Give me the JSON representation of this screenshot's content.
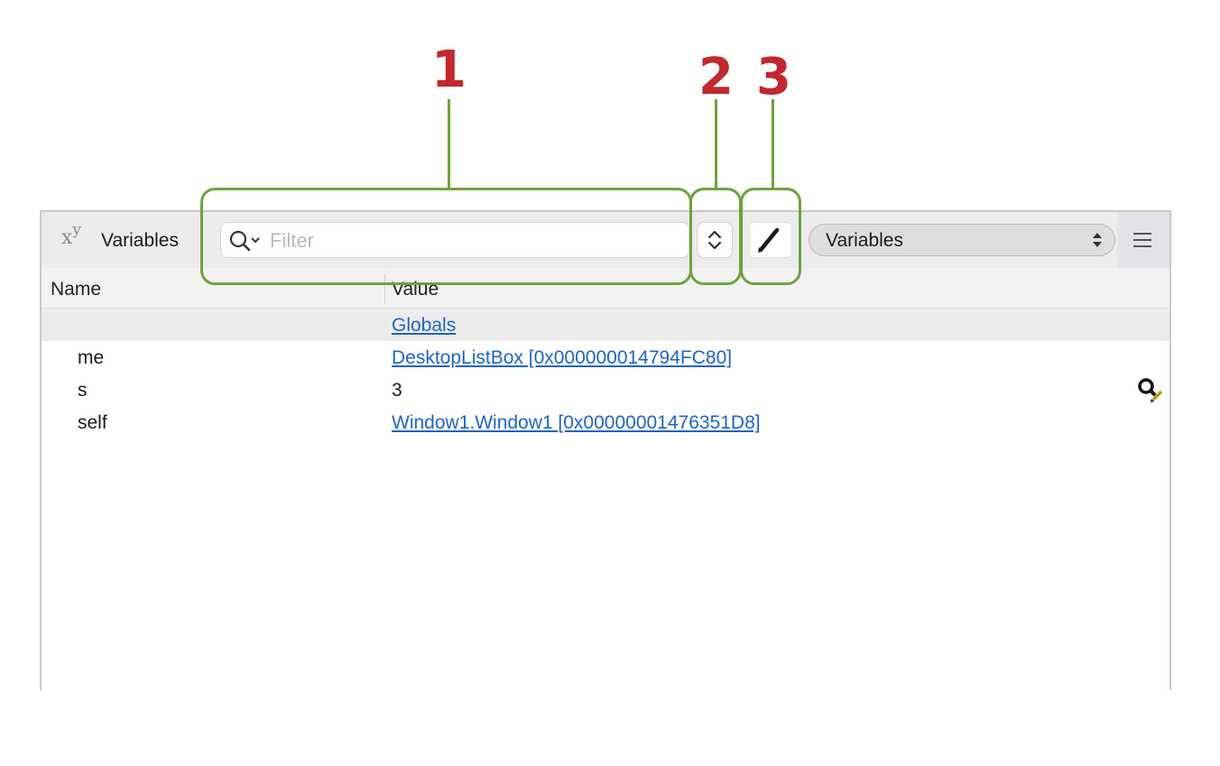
{
  "callouts": [
    {
      "number": "1"
    },
    {
      "number": "2"
    },
    {
      "number": "3"
    }
  ],
  "colors": {
    "callout_number": "#c1272d",
    "callout_outline": "#6ea33d",
    "link": "#1c63c9"
  },
  "toolbar": {
    "icon": "xy-variables-icon",
    "title": "Variables",
    "filter": {
      "value": "",
      "placeholder": "Filter"
    },
    "stepper_icon": "up-down-chevron-icon",
    "edit_icon": "pencil-icon",
    "scope_select": {
      "value": "Variables"
    },
    "menu_icon": "hamburger-menu-icon"
  },
  "columns": {
    "name": "Name",
    "value": "Value"
  },
  "rows": [
    {
      "name": "",
      "value": "Globals",
      "link": true,
      "group": true
    },
    {
      "name": "me",
      "value": "DesktopListBox [0x000000014794FC80]",
      "link": true
    },
    {
      "name": "s",
      "value": "3",
      "link": false,
      "icon": "magnifier-pencil-icon"
    },
    {
      "name": "self",
      "value": "Window1.Window1 [0x00000001476351D8]",
      "link": true
    }
  ]
}
